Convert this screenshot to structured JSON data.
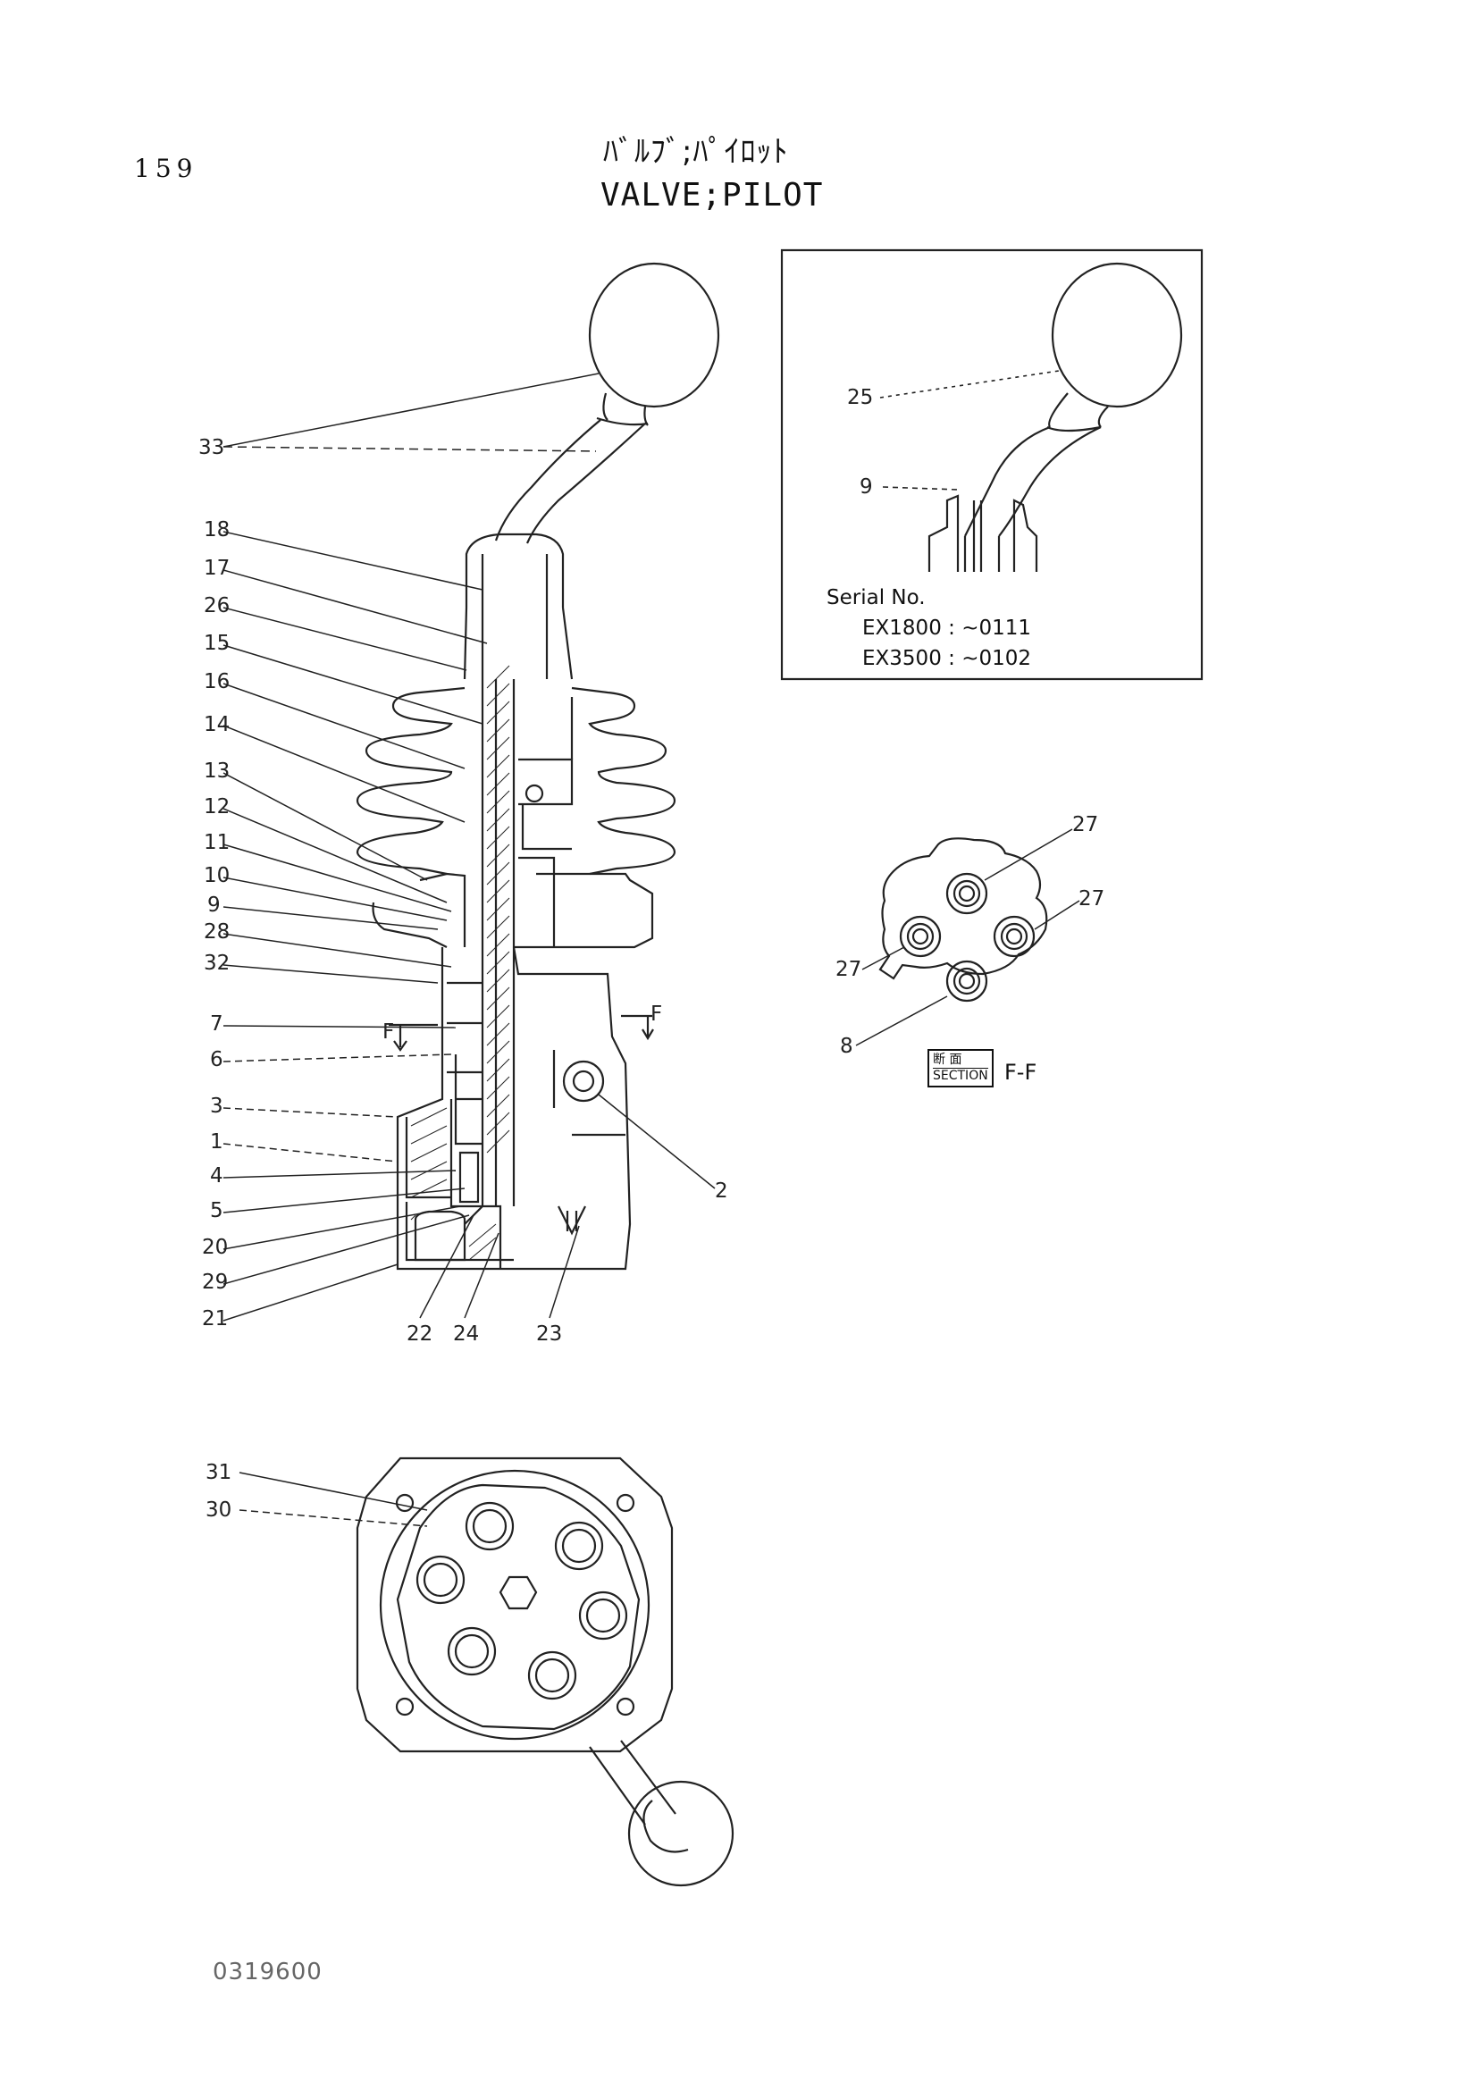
{
  "page": {
    "number": "159",
    "title_jp": "ﾊﾞﾙﾌﾞ;ﾊﾟｲﾛｯﾄ",
    "title_en": "VALVE;PILOT",
    "doc_code": "0319600"
  },
  "inset": {
    "serial_heading": "Serial No.",
    "serial_rows": [
      "EX1800 : ~0111",
      "EX3500 : ~0102"
    ],
    "callouts": [
      "25",
      "9"
    ]
  },
  "section": {
    "label_jp": "断 面",
    "label_en": "SECTION",
    "id": "F-F",
    "callouts": [
      "27",
      "27",
      "27",
      "8"
    ]
  },
  "main_view": {
    "left_callouts": [
      "33",
      "18",
      "17",
      "26",
      "15",
      "16",
      "14",
      "13",
      "12",
      "11",
      "10",
      "9",
      "28",
      "32",
      "7",
      "6",
      "3",
      "1",
      "4",
      "5",
      "20",
      "29",
      "21"
    ],
    "bottom_callouts": [
      "22",
      "24",
      "23"
    ],
    "right_callouts": [
      "2"
    ],
    "section_marks": [
      "F",
      "F"
    ]
  },
  "bottom_view": {
    "callouts": [
      "31",
      "30"
    ]
  }
}
